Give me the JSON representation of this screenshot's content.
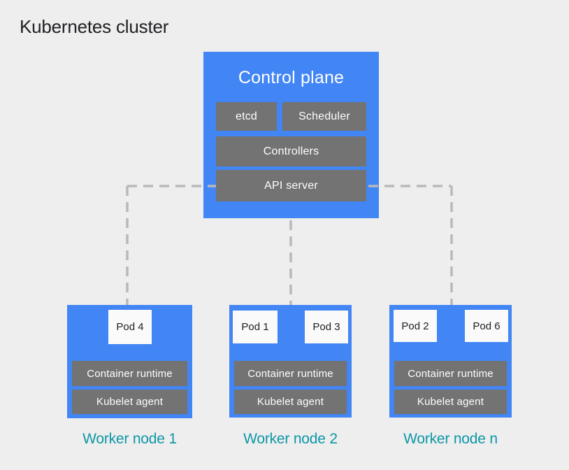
{
  "title": "Kubernetes cluster",
  "colors": {
    "background": "#EEEEEE",
    "node_blue": "#4285F4",
    "component_gray": "#737373",
    "pod_white": "#FAFAFA",
    "connector_gray": "#B9B9B9",
    "worker_label_teal": "#0E97A6",
    "title_black": "#202124",
    "component_text": "#FFFFFF"
  },
  "control_plane": {
    "label": "Control plane",
    "components": [
      {
        "id": "etcd",
        "label": "etcd"
      },
      {
        "id": "scheduler",
        "label": "Scheduler"
      },
      {
        "id": "controllers",
        "label": "Controllers"
      },
      {
        "id": "api_server",
        "label": "API server"
      }
    ]
  },
  "worker_nodes": [
    {
      "label": "Worker node 1",
      "pods": [
        "Pod 4"
      ],
      "runtime_label": "Container runtime",
      "kubelet_label": "Kubelet agent"
    },
    {
      "label": "Worker node 2",
      "pods": [
        "Pod 1",
        "Pod 3"
      ],
      "runtime_label": "Container runtime",
      "kubelet_label": "Kubelet agent"
    },
    {
      "label": "Worker node n",
      "pods": [
        "Pod 2",
        "Pod 6"
      ],
      "runtime_label": "Container runtime",
      "kubelet_label": "Kubelet agent"
    }
  ]
}
